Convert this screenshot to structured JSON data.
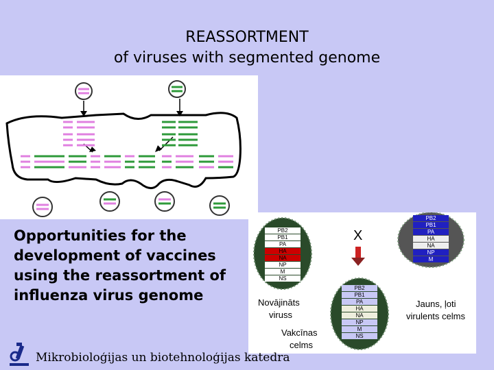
{
  "slide": {
    "title": "REASSORTMENT",
    "subtitle": "of viruses with segmented genome",
    "body": "Opportunities for the development of vaccines using the reassortment of influenza virus genome",
    "footer": "Mikrobioloģijas un biotehnoloģijas katedra"
  },
  "vaccine_figure": {
    "segments": [
      "PB2",
      "PB1",
      "PA",
      "HA",
      "NA",
      "NP",
      "M",
      "NS"
    ],
    "cross_mark": "X",
    "left_label_1": "Novājināts",
    "left_label_2": "viruss",
    "right_label_1": "Jauns, ļoti",
    "right_label_2": "virulents celms",
    "bottom_label_1": "Vakcīnas",
    "bottom_label_2": "celms"
  },
  "colors": {
    "background": "#c8c8f5",
    "pink_segment": "#e080e0",
    "green_segment": "#2e9a3a",
    "virus_dark": "#2a4a2a",
    "red_segment": "#cc0000",
    "blue_segment": "#2020c0"
  }
}
